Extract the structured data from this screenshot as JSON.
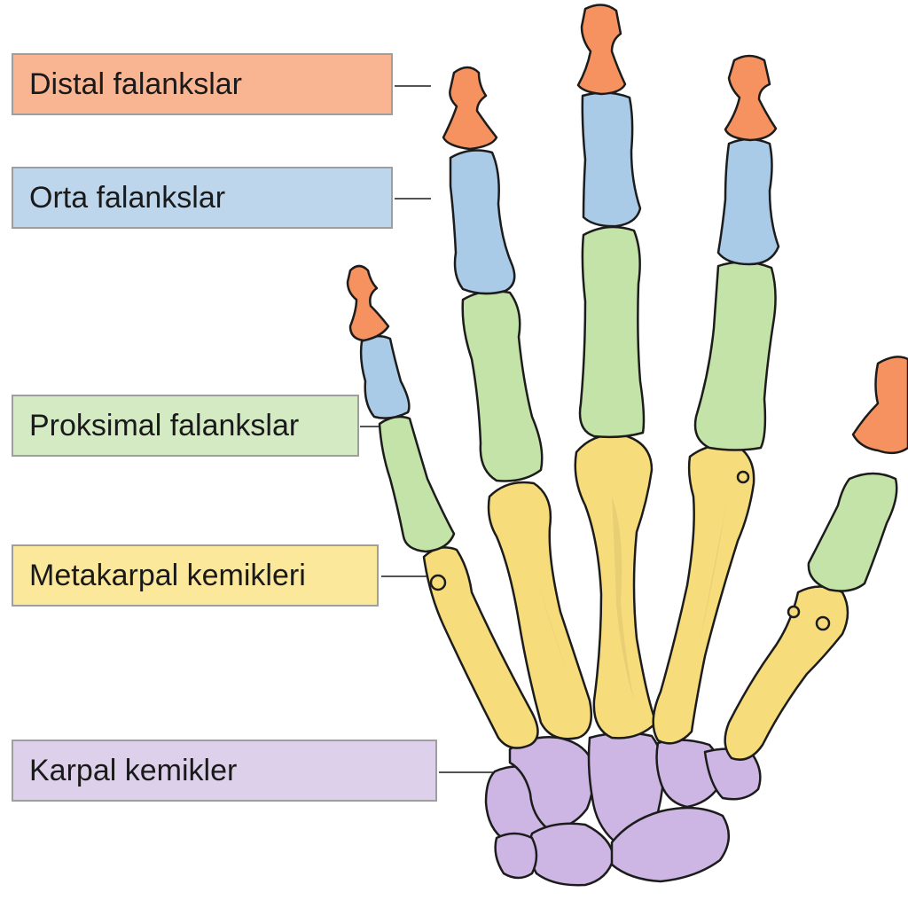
{
  "labels": {
    "distal": "Distal falankslar",
    "middle": "Orta falankslar",
    "proximal": "Proksimal falankslar",
    "metacarpal": "Metakarpal kemikleri",
    "carpal": "Karpal kemikler"
  },
  "colors": {
    "distal": "#f6925f",
    "middle": "#a9cbe8",
    "proximal": "#c4e3a8",
    "metacarpal": "#f7dc7c",
    "carpal": "#cdb6e3"
  }
}
